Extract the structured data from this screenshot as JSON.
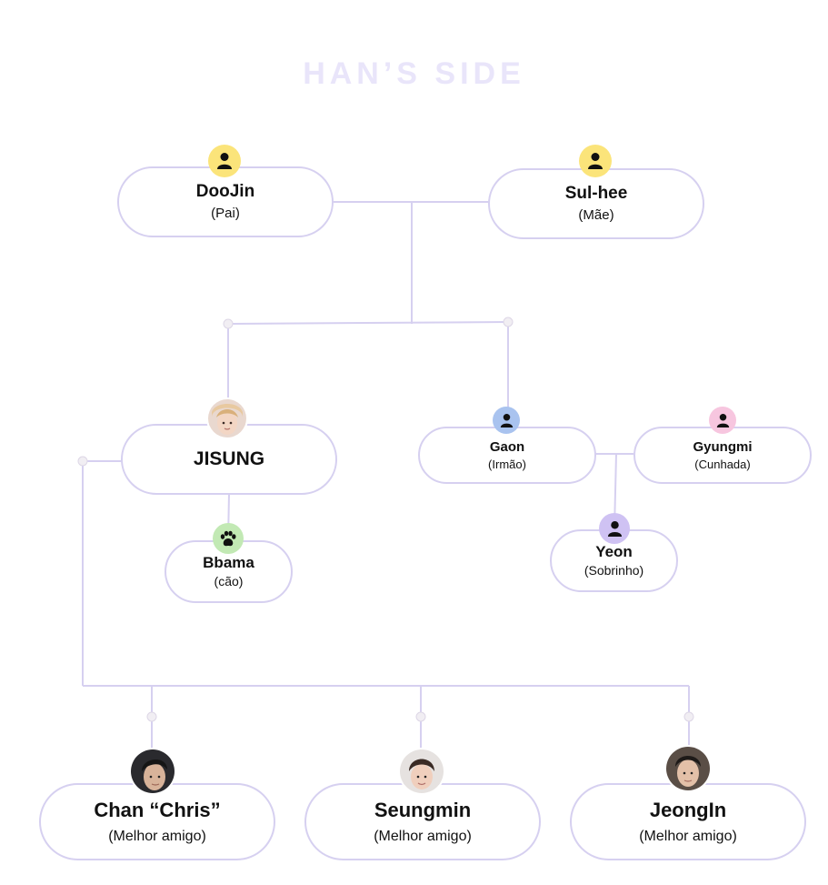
{
  "title": "HAN’S SIDE",
  "colors": {
    "line": "#d6d0f0",
    "title": "#e9e5fa",
    "badge_yellow": "#fbe47a",
    "badge_blue": "#a9c3ef",
    "badge_pink": "#f7c6df",
    "badge_purple": "#cfc2f3",
    "badge_green": "#c2e9b4"
  },
  "people": {
    "doojin": {
      "name": "DooJin",
      "role": "(Pai)",
      "icon": "person-icon"
    },
    "sulhee": {
      "name": "Sul-hee",
      "role": "(Mãe)",
      "icon": "person-icon"
    },
    "jisung": {
      "name": "JISUNG",
      "icon": "photo-avatar"
    },
    "gaon": {
      "name": "Gaon",
      "role": "(Irmão)",
      "icon": "person-icon"
    },
    "gyungmi": {
      "name": "Gyungmi",
      "role": "(Cunhada)",
      "icon": "person-icon"
    },
    "yeon": {
      "name": "Yeon",
      "role": "(Sobrinho)",
      "icon": "person-icon"
    },
    "bbama": {
      "name": "Bbama",
      "role": "(cão)",
      "icon": "paw-icon"
    },
    "chan": {
      "name": "Chan “Chris”",
      "role": "(Melhor amigo)",
      "icon": "photo-avatar"
    },
    "seungmin": {
      "name": "Seungmin",
      "role": "(Melhor amigo)",
      "icon": "photo-avatar"
    },
    "jeongin": {
      "name": "JeongIn",
      "role": "(Melhor amigo)",
      "icon": "photo-avatar"
    }
  }
}
